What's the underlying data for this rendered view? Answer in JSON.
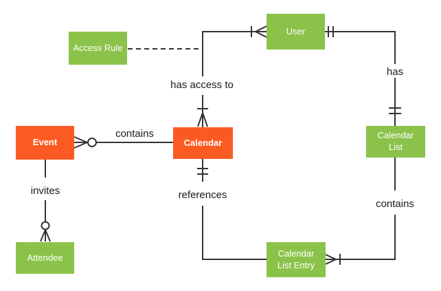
{
  "diagram_type": "entity-relationship",
  "colors": {
    "entity_orange": "#FB5B22",
    "entity_green": "#8BC34A",
    "connector": "#333333",
    "label_text": "#1A1A1A",
    "entity_text": "#FFFFFF",
    "background": "#FFFFFF"
  },
  "entities": [
    {
      "id": "event",
      "label": "Event",
      "color": "orange"
    },
    {
      "id": "calendar",
      "label": "Calendar",
      "color": "orange"
    },
    {
      "id": "access-rule",
      "label": "Access Rule",
      "color": "green"
    },
    {
      "id": "user",
      "label": "User",
      "color": "green"
    },
    {
      "id": "calendar-list",
      "label": "Calendar List",
      "color": "green"
    },
    {
      "id": "calendar-list-entry",
      "label": "Calendar List Entry",
      "color": "green"
    },
    {
      "id": "attendee",
      "label": "Attendee",
      "color": "green"
    }
  ],
  "relationships": [
    {
      "label": "contains",
      "from": "Calendar",
      "to": "Event",
      "from_end": "plain",
      "to_end": "zero-or-many"
    },
    {
      "label": "invites",
      "from": "Event",
      "to": "Attendee",
      "from_end": "plain",
      "to_end": "zero-or-many"
    },
    {
      "label": "has access to",
      "from": "User",
      "to": "Calendar",
      "from_end": "one-or-many",
      "to_end": "one-or-many"
    },
    {
      "label": "has",
      "from": "User",
      "to": "Calendar List",
      "from_end": "exactly-one",
      "to_end": "exactly-one"
    },
    {
      "label": "contains",
      "from": "Calendar List",
      "to": "Calendar List Entry",
      "from_end": "plain",
      "to_end": "one-or-many"
    },
    {
      "label": "references",
      "from": "Calendar",
      "to": "Calendar List Entry",
      "from_end": "exactly-one",
      "to_end": "plain"
    },
    {
      "label": "",
      "from": "Access Rule",
      "to": "has access to",
      "style": "dashed"
    }
  ]
}
